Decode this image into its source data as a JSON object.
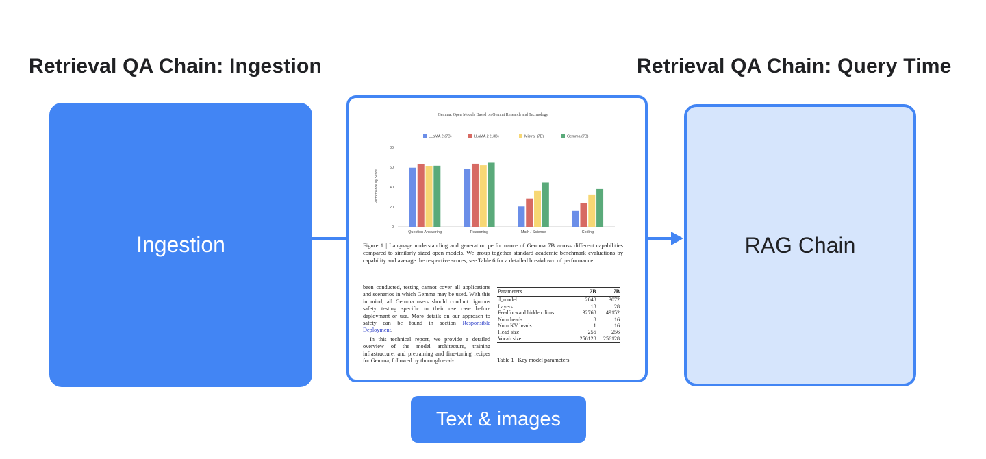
{
  "headings": {
    "left": "Retrieval QA Chain: Ingestion",
    "right": "Retrieval QA Chain: Query Time"
  },
  "boxes": {
    "ingestion": "Ingestion",
    "rag": "RAG Chain",
    "pill": "Text & images"
  },
  "colors": {
    "accent": "#4285f4",
    "rag_fill": "#d6e5fc",
    "series": [
      "#6b8ee8",
      "#d76a63",
      "#f7d774",
      "#5aaa7a"
    ]
  },
  "document": {
    "title": "Gemma: Open Models Based on Gemini Research and Technology",
    "figure_caption": "Figure 1 | Language understanding and generation performance of Gemma 7B across different capabilities compared to similarly sized open models. We group together standard academic benchmark evaluations by capability and average the respective scores; see Table 6 for a detailed breakdown of performance.",
    "body_p1": "been conducted, testing cannot cover all applications and scenarios in which Gemma may be used. With this in mind, all Gemma users should conduct rigorous safety testing specific to their use case before deployment or use. More details on our approach to safety can be found in section",
    "body_link": "Responsible Deployment",
    "body_p1_end": ".",
    "body_p2": "In this technical report, we provide a detailed overview of the model architecture, training infrastructure, and pretraining and fine-tuning recipes for Gemma, followed by thorough eval-",
    "table": {
      "headers": [
        "Parameters",
        "2B",
        "7B"
      ],
      "rows": [
        [
          "d_model",
          "2048",
          "3072"
        ],
        [
          "Layers",
          "18",
          "28"
        ],
        [
          "Feedforward hidden dims",
          "32768",
          "49152"
        ],
        [
          "Num heads",
          "8",
          "16"
        ],
        [
          "Num KV heads",
          "1",
          "16"
        ],
        [
          "Head size",
          "256",
          "256"
        ],
        [
          "Vocab size",
          "256128",
          "256128"
        ]
      ],
      "caption": "Table 1 | Key model parameters."
    }
  },
  "chart_data": {
    "type": "bar",
    "categories": [
      "Question Answering",
      "Reasoning",
      "Math / Science",
      "Coding"
    ],
    "series": [
      {
        "name": "LLaMA 2 (7B)",
        "values": [
          59.5,
          58,
          20.5,
          16
        ]
      },
      {
        "name": "LLaMA 2 (13B)",
        "values": [
          63,
          63.5,
          28.5,
          24
        ]
      },
      {
        "name": "Mistral (7B)",
        "values": [
          61,
          62,
          36,
          32.5
        ]
      },
      {
        "name": "Gemma (7B)",
        "values": [
          61.5,
          64.5,
          44.5,
          38
        ]
      }
    ],
    "ylabel": "Performance by Score",
    "ylim": [
      0,
      80
    ],
    "yticks": [
      0,
      20,
      40,
      60,
      80
    ],
    "legend": "top",
    "grid": false
  }
}
